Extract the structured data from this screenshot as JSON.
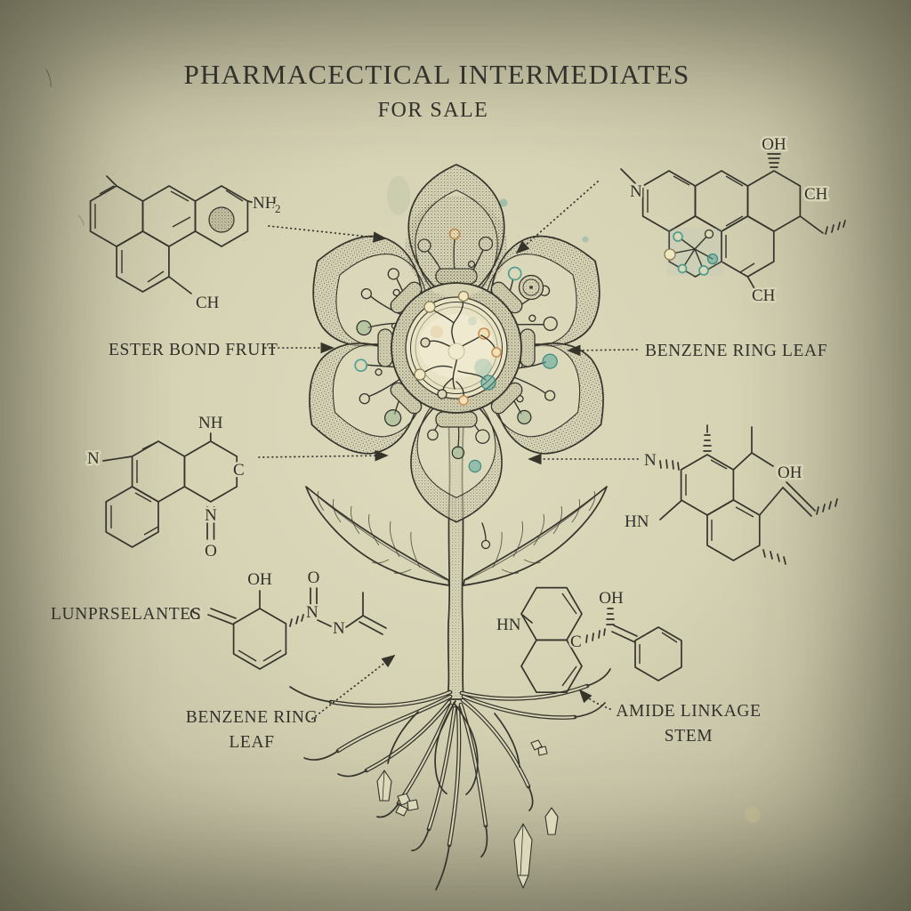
{
  "palette": {
    "paper_center": "#dedabd",
    "paper_edge": "#807e66",
    "ink": "#35342b",
    "teal": "#4f9e92",
    "sage": "#8fb48c",
    "cream": "#efe6c2",
    "orange": "#c98f50"
  },
  "title": {
    "line1": "PHARMACECTICAL INTERMEDIATES",
    "line2": "FOR SALE"
  },
  "callouts": {
    "ester_fruit": "ESTER BOND FRUIT",
    "benzene_leaf_right": "BENZENE RING LEAF",
    "lunprselantes": "LUNPRSELANTES",
    "benzene_leaf_bottom": {
      "line1": "BENZENE RING",
      "line2": "LEAF"
    },
    "amide_stem": {
      "line1": "AMIDE LINKAGE",
      "line2": "STEM"
    }
  },
  "molecules": {
    "top_left": {
      "nh": "NH",
      "nh_sub": "2",
      "ch": "CH"
    },
    "top_right": {
      "n": "N",
      "oh": "OH",
      "ch_right": "CH",
      "ch_bottom": "CH"
    },
    "mid_left": {
      "nh": "NH",
      "n_left": "N",
      "c": "C",
      "n_bottom": "N",
      "o": "O"
    },
    "mid_right": {
      "n": "N",
      "hn": "HN",
      "oh": "OH"
    },
    "bottom_left": {
      "c": "C",
      "oh": "OH",
      "o": "O",
      "n1": "N",
      "n2": "N"
    },
    "bottom_center": {
      "hn": "HN",
      "c": "C",
      "oh": "OH"
    }
  }
}
